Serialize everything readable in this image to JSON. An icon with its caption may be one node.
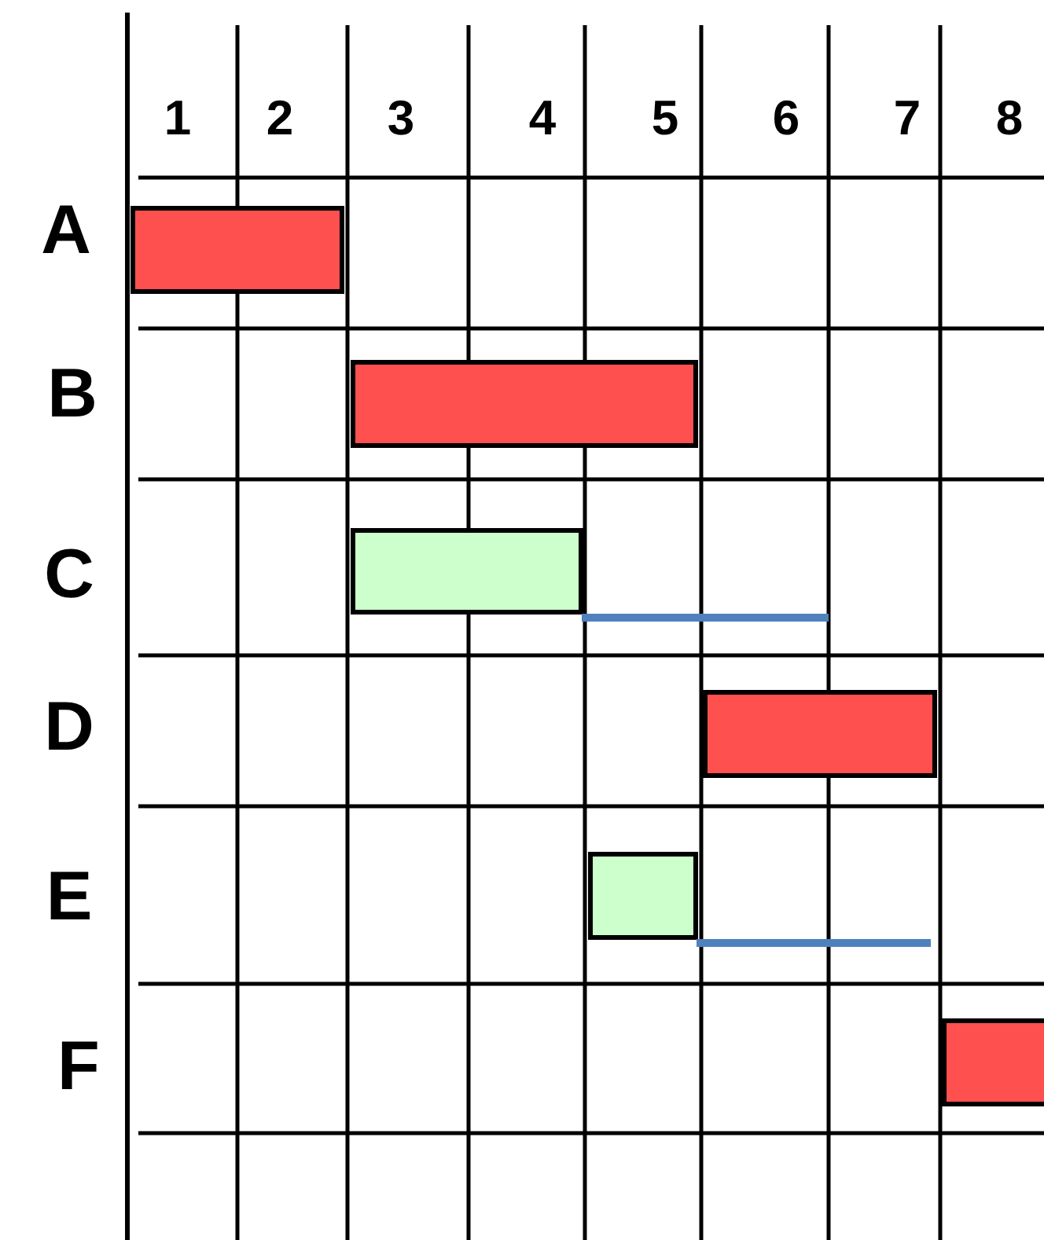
{
  "diagram": {
    "nodes": [
      {
        "text": [],
        "shape": "bar"
      },
      {
        "text": [],
        "shape": "bar"
      },
      {
        "text": [],
        "shape": "bar"
      },
      {
        "text": [],
        "shape": "bar"
      },
      {
        "text": [],
        "shape": "bar"
      },
      {
        "text": [],
        "shape": "bar"
      }
    ],
    "edges": [
      {
        "from": 2,
        "to": null,
        "arrow": "none",
        "color": "#4f81bd"
      },
      {
        "from": 4,
        "to": null,
        "arrow": "none",
        "color": "#4f81bd"
      }
    ],
    "labels": [
      "1",
      "2",
      "3",
      "4",
      "5",
      "6",
      "7",
      "8",
      "A",
      "B",
      "C",
      "D",
      "E",
      "F"
    ]
  }
}
